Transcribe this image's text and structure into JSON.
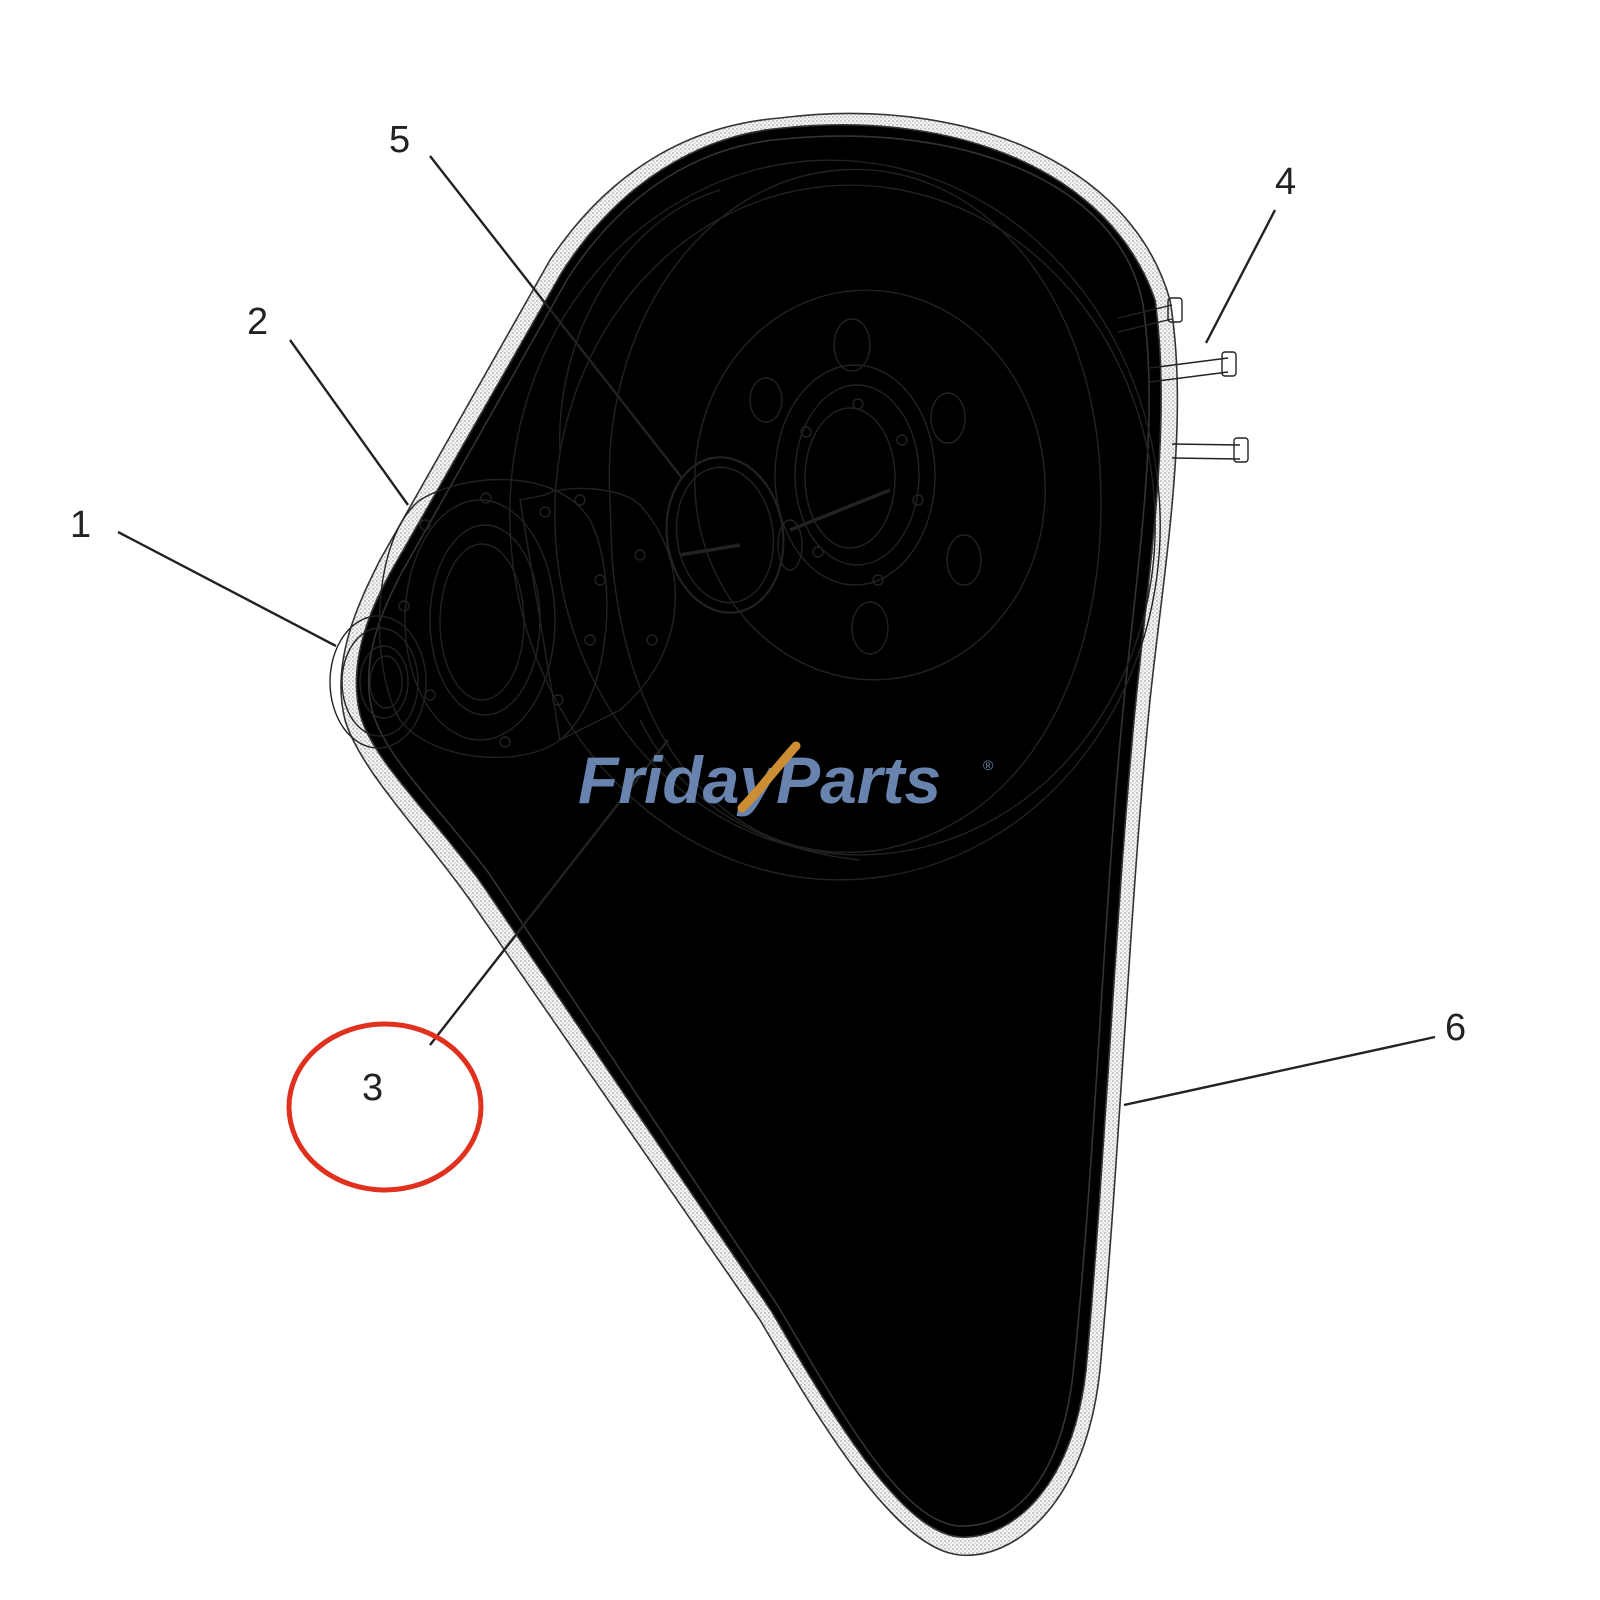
{
  "callouts": [
    {
      "id": "1",
      "label": "1"
    },
    {
      "id": "2",
      "label": "2"
    },
    {
      "id": "3",
      "label": "3"
    },
    {
      "id": "4",
      "label": "4"
    },
    {
      "id": "5",
      "label": "5"
    },
    {
      "id": "6",
      "label": "6"
    }
  ],
  "highlighted_callout": "3",
  "watermark": {
    "part1": "Friday",
    "part2": "Parts",
    "registered_mark": "®"
  },
  "colors": {
    "highlight_circle": "#e0301e",
    "watermark_blue": "#7b9ccd",
    "watermark_orange": "#f0a63c",
    "line": "#222222"
  }
}
